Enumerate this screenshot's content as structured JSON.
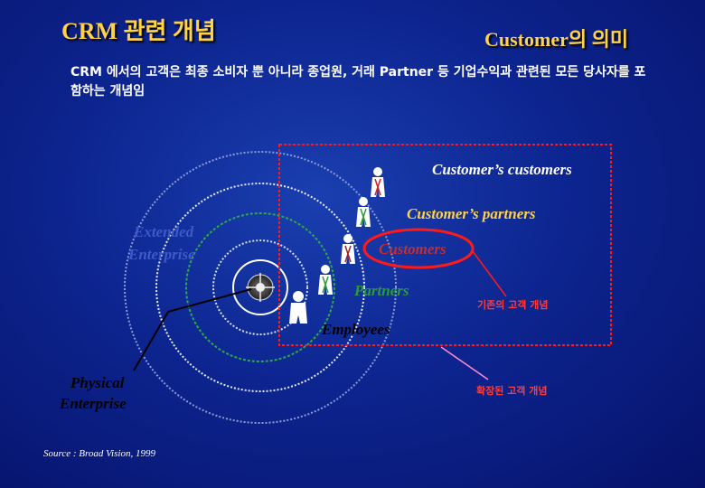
{
  "header": {
    "title": "CRM 관련 개념",
    "subtitle": "Customer의 의미"
  },
  "description": "CRM 에서의 고객은 최종 소비자 뿐 아니라 종업원, 거래 Partner 등 기업수익과 관련된 모든 당사자를 포함하는 개념임",
  "diagram": {
    "labels": {
      "customers_customers": "Customer’s customers",
      "customers_partners": "Customer’s partners",
      "customers": "Customers",
      "partners": "Partners",
      "employees": "Employees",
      "extended_enterprise_line1": "Extended",
      "extended_enterprise_line2": "Enterprise",
      "physical_enterprise_line1": "Physical",
      "physical_enterprise_line2": "Enterprise"
    },
    "annotations": {
      "existing_concept": "기존의 고객 개념",
      "extended_concept": "확장된 고객 개념"
    },
    "source": "Source : Broad Vision, 1999"
  },
  "colors": {
    "title": "#ffd24a",
    "highlight_red": "#ff1a1a",
    "ring_green": "#2fa84a",
    "ring_blue": "#8a9bd8",
    "ring_white": "#e6ecff"
  }
}
